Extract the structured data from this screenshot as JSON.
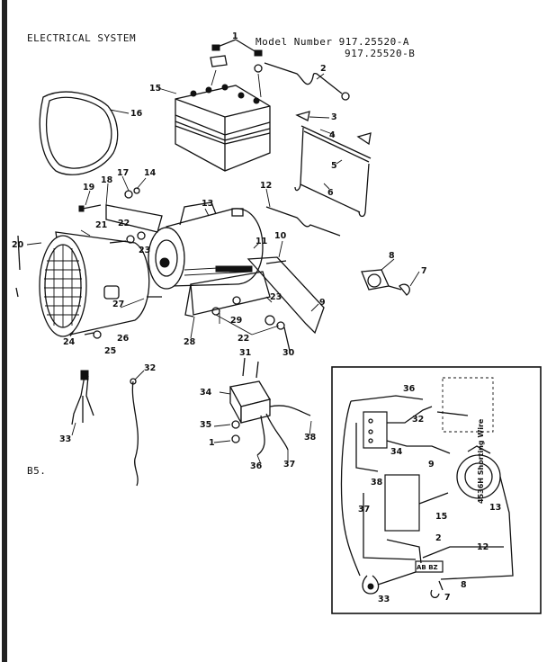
{
  "header": {
    "title": "ELECTRICAL SYSTEM",
    "model_line1": "Model Number 917.25520-A",
    "model_line2": "917.25520-B",
    "page_code": "B5."
  },
  "parts": {
    "p1": "1",
    "p2": "2",
    "p3": "3",
    "p4": "4",
    "p5": "5",
    "p6": "6",
    "p7": "7",
    "p8": "8",
    "p9": "9",
    "p10": "10",
    "p11": "11",
    "p12": "12",
    "p13": "13",
    "p14": "14",
    "p15": "15",
    "p16": "16",
    "p17": "17",
    "p18": "18",
    "p19": "19",
    "p20": "20",
    "p21": "21",
    "p22": "22",
    "p23": "23",
    "p24": "24",
    "p25": "25",
    "p26": "26",
    "p27": "27",
    "p28": "28",
    "p29": "29",
    "p30": "30",
    "p31": "31",
    "p32": "32",
    "p33": "33",
    "p34": "34",
    "p35": "35",
    "p36": "36",
    "p37": "37",
    "p38": "38"
  },
  "inset": {
    "vertical_label": "4536H Shorting Wire",
    "terminal_label": "AB BZ",
    "labels": {
      "i36": "36",
      "i32": "32",
      "i34": "34",
      "i9": "9",
      "i38": "38",
      "i13": "13",
      "i37": "37",
      "i15": "15",
      "i2": "2",
      "i12": "12",
      "i8": "8",
      "i33": "33",
      "i7": "7"
    }
  }
}
